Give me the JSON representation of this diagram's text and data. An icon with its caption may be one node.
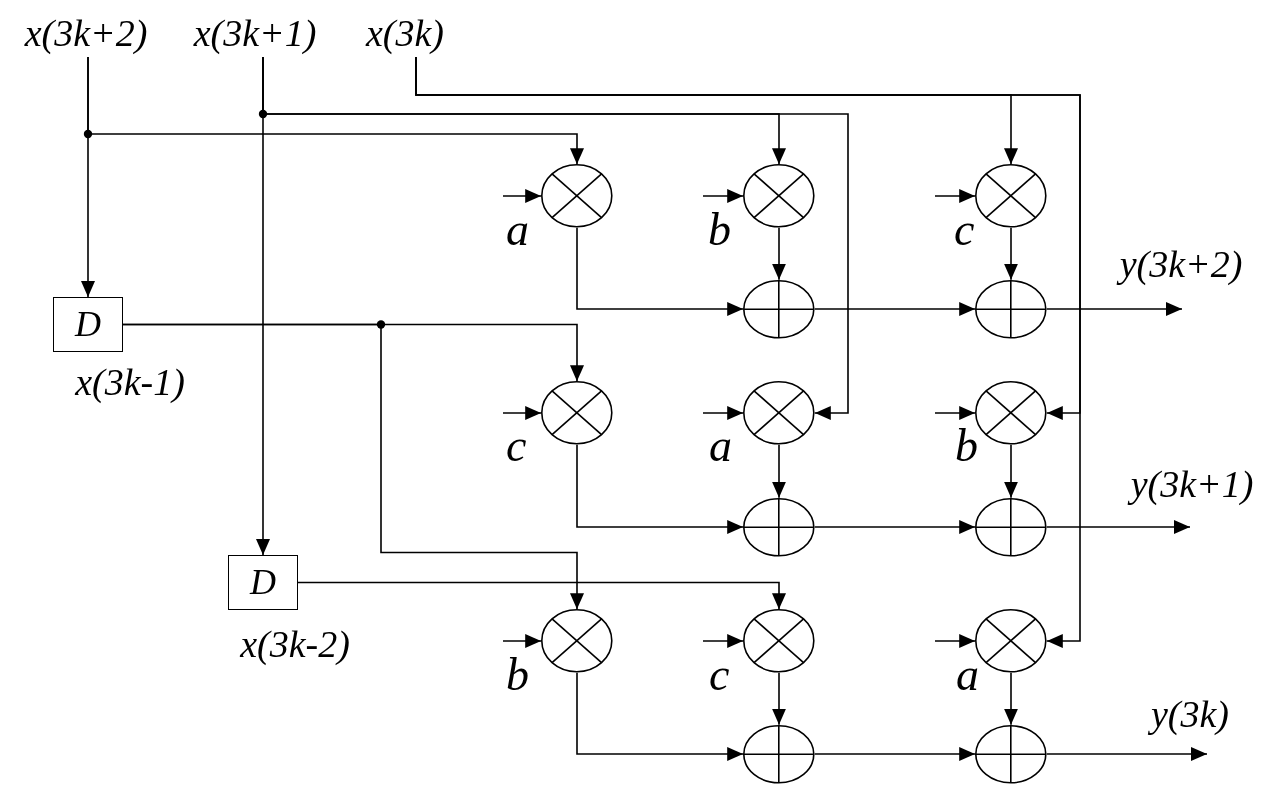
{
  "diagram": {
    "nodes": [
      {
        "text": [
          "x(3k+2)"
        ]
      },
      {
        "text": [
          "x(3k+1)"
        ]
      },
      {
        "text": [
          "x(3k)"
        ]
      },
      {
        "text": [],
        "shape": "circle"
      },
      {
        "text": [],
        "shape": "circle"
      },
      {
        "text": [],
        "shape": "circle"
      },
      {
        "text": [],
        "shape": "circle"
      },
      {
        "text": [],
        "shape": "circle"
      },
      {
        "text": [
          "D"
        ],
        "beside": [
          "x(3k-1)"
        ]
      },
      {
        "text": [],
        "shape": "circle"
      },
      {
        "text": [],
        "shape": "circle"
      },
      {
        "text": [],
        "shape": "circle"
      },
      {
        "text": [],
        "shape": "circle"
      },
      {
        "text": [],
        "shape": "circle"
      },
      {
        "text": [
          "D"
        ],
        "beside": [
          "x(3k-2)"
        ]
      },
      {
        "text": [],
        "shape": "circle"
      },
      {
        "text": [],
        "shape": "circle"
      },
      {
        "text": [],
        "shape": "circle"
      },
      {
        "text": [],
        "shape": "circle"
      },
      {
        "text": [],
        "shape": "circle"
      }
    ],
    "edges": [
      {
        "from": 0,
        "to": 3,
        "arrow": "to"
      },
      {
        "from": 0,
        "to": 8,
        "arrow": "to"
      },
      {
        "from": 1,
        "to": 4,
        "arrow": "to"
      },
      {
        "from": 1,
        "to": 10,
        "arrow": "to"
      },
      {
        "from": 1,
        "to": 14,
        "arrow": "to"
      },
      {
        "from": 2,
        "to": 5,
        "arrow": "to"
      },
      {
        "from": 2,
        "to": 11,
        "arrow": "to"
      },
      {
        "from": 2,
        "to": 17,
        "arrow": "to"
      },
      {
        "from": null,
        "to": 3,
        "arrow": "to",
        "label": "a"
      },
      {
        "from": null,
        "to": 4,
        "arrow": "to",
        "label": "b"
      },
      {
        "from": null,
        "to": 5,
        "arrow": "to",
        "label": "c"
      },
      {
        "from": 3,
        "to": 6,
        "arrow": "to"
      },
      {
        "from": 4,
        "to": 6,
        "arrow": "to"
      },
      {
        "from": 6,
        "to": 7,
        "arrow": "to"
      },
      {
        "from": 5,
        "to": 7,
        "arrow": "to"
      },
      {
        "from": 7,
        "to": null,
        "arrow": "to",
        "label": "y(3k+2)"
      },
      {
        "from": 8,
        "to": 9,
        "arrow": "to"
      },
      {
        "from": 8,
        "to": 15,
        "arrow": "to"
      },
      {
        "from": null,
        "to": 9,
        "arrow": "to",
        "label": "c"
      },
      {
        "from": null,
        "to": 10,
        "arrow": "to",
        "label": "a"
      },
      {
        "from": null,
        "to": 11,
        "arrow": "to",
        "label": "b"
      },
      {
        "from": 9,
        "to": 12,
        "arrow": "to"
      },
      {
        "from": 10,
        "to": 12,
        "arrow": "to"
      },
      {
        "from": 12,
        "to": 13,
        "arrow": "to"
      },
      {
        "from": 11,
        "to": 13,
        "arrow": "to"
      },
      {
        "from": 13,
        "to": null,
        "arrow": "to",
        "label": "y(3k+1)"
      },
      {
        "from": 14,
        "to": 16,
        "arrow": "to"
      },
      {
        "from": null,
        "to": 15,
        "arrow": "to",
        "label": "b"
      },
      {
        "from": null,
        "to": 16,
        "arrow": "to",
        "label": "c"
      },
      {
        "from": null,
        "to": 17,
        "arrow": "to",
        "label": "a"
      },
      {
        "from": 15,
        "to": 18,
        "arrow": "to"
      },
      {
        "from": 16,
        "to": 18,
        "arrow": "to"
      },
      {
        "from": 18,
        "to": 19,
        "arrow": "to"
      },
      {
        "from": 17,
        "to": 19,
        "arrow": "to"
      },
      {
        "from": 19,
        "to": null,
        "arrow": "to",
        "label": "y(3k)"
      }
    ]
  }
}
